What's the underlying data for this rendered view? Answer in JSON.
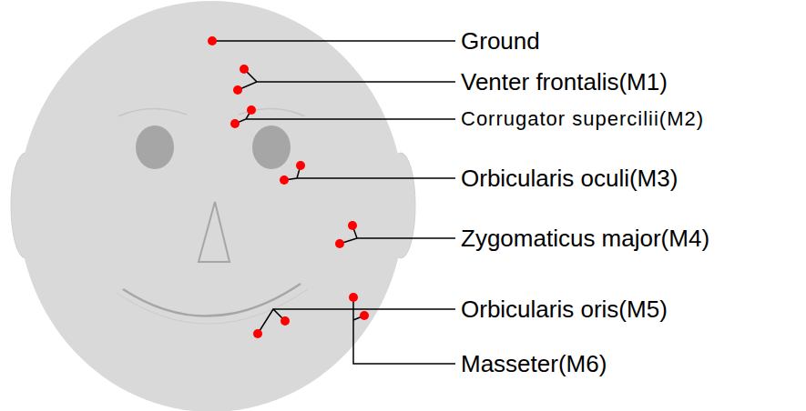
{
  "diagram": {
    "labels": [
      "Ground",
      "Venter frontalis(M1)",
      "Corrugator supercilii(M2)",
      "Orbicularis oculi(M3)",
      "Zygomaticus major(M4)",
      "Orbicularis oris(M5)",
      "Masseter(M6)"
    ]
  }
}
